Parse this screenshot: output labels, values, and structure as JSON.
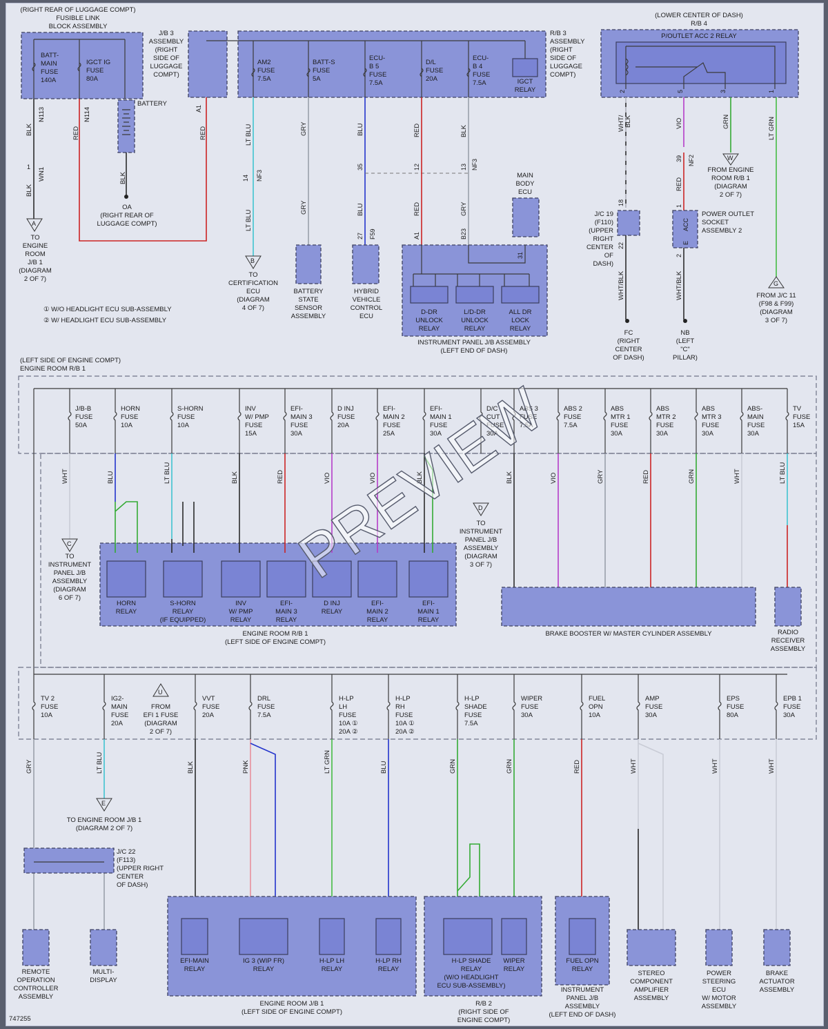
{
  "top": {
    "fusible_link": {
      "title": "(RIGHT REAR OF LUGGAGE COMPT)",
      "title2": "FUSIBLE LINK",
      "title3": "BLOCK ASSEMBLY",
      "fuse1": "BATT-\nMAIN\nFUSE\n140A",
      "fuse2": "IGCT IG\nFUSE\n80A"
    },
    "battery": "BATTERY",
    "n113": "N113",
    "n114": "N114",
    "wire_blk": "BLK",
    "wire_red": "RED",
    "wn1": "WN1",
    "ground_oa": "OA\n(RIGHT REAR OF\nLUGGAGE COMPT)",
    "conn_a": "A",
    "to_engine_room": "TO\nENGINE\nROOM\nJ/B 1\n(DIAGRAM\n2 OF 7)",
    "jb3": "J/B 3\nASSEMBLY\n(RIGHT\nSIDE OF\nLUGGAGE\nCOMPT)",
    "rb3": "R/B 3\nASSEMBLY\n(RIGHT\nSIDE OF\nLUGGAGE\nCOMPT)",
    "fuses": [
      "AM2\nFUSE\n7.5A",
      "BATT-S\nFUSE\n5A",
      "ECU-\nB 5\nFUSE\n7.5A",
      "D/L\nFUSE\n20A",
      "ECU-\nB 4\nFUSE\n7.5A"
    ],
    "igct_relay": "IGCT\nRELAY",
    "conn_b": "B",
    "to_cert": "TO\nCERTIFICATION\nECU\n(DIAGRAM\n4 OF 7)",
    "battery_sensor": "BATTERY\nSTATE\nSENSOR\nASSEMBLY",
    "hybrid": "HYBRID\nVEHICLE\nCONTROL\nECU",
    "main_body": "MAIN\nBODY\nECU",
    "ip_relays": [
      "D-DR\nUNLOCK\nRELAY",
      "L/D-DR\nUNLOCK\nRELAY",
      "ALL DR\nLOCK\nRELAY"
    ],
    "ip_jb": "INSTRUMENT PANEL J/B ASSEMBLY\n(LEFT END OF DASH)",
    "note1": "① W/O HEADLIGHT ECU SUB-ASSEMBLY",
    "note2": "② W/ HEADLIGHT ECU SUB-ASSEMBLY",
    "rb4": "(LOWER CENTER OF DASH)\nR/B 4",
    "pout_relay": "P/OUTLET ACC 2 RELAY",
    "jc19": "J/C 19\n(F110)\n(UPPER\nRIGHT\nCENTER\nOF\nDASH)",
    "power_outlet": "POWER OUTLET\nSOCKET\nASSEMBLY 2",
    "from_engine": "FROM ENGINE\nROOM R/B 1\n(DIAGRAM\n2 OF 7)",
    "from_jc11": "FROM J/C 11\n(F98 & F99)\n(DIAGRAM\n3 OF 7)",
    "fc": "FC\n(RIGHT\nCENTER\nOF DASH)",
    "nb": "NB\n(LEFT\n\"C\"\nPILLAR)",
    "acc": "ACC",
    "e": "E",
    "conn_w": "W",
    "conn_g": "G"
  },
  "middle": {
    "title": "(LEFT SIDE OF ENGINE COMPT)\nENGINE ROOM R/B 1",
    "fuses": [
      "J/B-B\nFUSE\n50A",
      "HORN\nFUSE\n10A",
      "S-HORN\nFUSE\n10A",
      "INV\nW/ PMP\nFUSE\n15A",
      "EFI-\nMAIN 3\nFUSE\n30A",
      "D INJ\nFUSE\n20A",
      "EFI-\nMAIN 2\nFUSE\n25A",
      "EFI-\nMAIN 1\nFUSE\n30A",
      "D/C\nCUT\nFUSE\n30A",
      "ABS 3\nFUSE\n7.5A",
      "ABS 2\nFUSE\n7.5A",
      "ABS\nMTR 1\nFUSE\n30A",
      "ABS\nMTR 2\nFUSE\n30A",
      "ABS\nMTR 3\nFUSE\n30A",
      "ABS-\nMAIN\nFUSE\n30A",
      "TV\nFUSE\n15A"
    ],
    "relays": [
      "HORN\nRELAY",
      "S-HORN\nRELAY\n(IF EQUIPPED)",
      "INV\nW/ PMP\nRELAY",
      "EFI-\nMAIN 3\nRELAY",
      "D INJ\nRELAY",
      "EFI-\nMAIN 2\nRELAY",
      "EFI-\nMAIN 1\nRELAY"
    ],
    "relay_box": "ENGINE ROOM R/B 1\n(LEFT SIDE OF ENGINE COMPT)",
    "to_ip_c": "TO\nINSTRUMENT\nPANEL J/B\nASSEMBLY\n(DIAGRAM\n6 OF 7)",
    "to_ip_d": "TO\nINSTRUMENT\nPANEL J/B\nASSEMBLY\n(DIAGRAM\n3 OF 7)",
    "brake_booster": "BRAKE BOOSTER W/ MASTER CYLINDER ASSEMBLY",
    "radio": "RADIO\nRECEIVER\nASSEMBLY",
    "conn_c": "C",
    "conn_d": "D"
  },
  "bottom": {
    "fuses": [
      "TV 2\nFUSE\n10A",
      "IG2-\nMAIN\nFUSE\n20A",
      "VVT\nFUSE\n20A",
      "DRL\nFUSE\n7.5A",
      "H-LP\nLH\nFUSE\n10A ①\n20A ②",
      "H-LP\nRH\nFUSE\n10A ①\n20A ②",
      "H-LP\nSHADE\nFUSE\n7.5A",
      "WIPER\nFUSE\n30A",
      "FUEL\nOPN\n10A",
      "AMP\nFUSE\n30A",
      "EPS\nFUSE\n80A",
      "EPB 1\nFUSE\n30A"
    ],
    "from_efi": "FROM\nEFI 1 FUSE\n(DIAGRAM\n2 OF 7)",
    "to_engine_e": "TO ENGINE ROOM J/B 1\n(DIAGRAM 2 OF 7)",
    "jc22": "J/C 22\n(F113)\n(UPPER RIGHT\nCENTER\nOF DASH)",
    "remote": "REMOTE\nOPERATION\nCONTROLLER\nASSEMBLY",
    "multi": "MULTI-\nDISPLAY",
    "ejb_relays": [
      "EFI-MAIN\nRELAY",
      "IG 3 (WIP FR)\nRELAY",
      "H-LP LH\nRELAY",
      "H-LP RH\nRELAY"
    ],
    "ejb_box": "ENGINE ROOM J/B 1\n(LEFT SIDE OF ENGINE COMPT)",
    "rb2_relays": [
      "H-LP SHADE\nRELAY\n(W/O HEADLIGHT\nECU SUB-ASSEMBLY)",
      "WIPER\nRELAY"
    ],
    "rb2_box": "R/B 2\n(RIGHT SIDE OF\nENGINE COMPT)",
    "fuel_relay": "FUEL OPN\nRELAY",
    "ip_box": "INSTRUMENT\nPANEL J/B\nASSEMBLY\n(LEFT END OF DASH)",
    "stereo": "STEREO\nCOMPONENT\nAMPLIFIER\nASSEMBLY",
    "eps": "POWER\nSTEERING\nECU\nW/ MOTOR\nASSEMBLY",
    "brake_act": "BRAKE\nACTUATOR\nASSEMBLY",
    "conn_u": "U",
    "conn_e": "E"
  },
  "watermark": "PREVIEW",
  "doc_id": "747255",
  "colors": {
    "box": "#8a94d8",
    "relay": "#7a84d4",
    "red": "#cc2222",
    "blue": "#2233cc",
    "lt_blue": "#3fc4d0",
    "green": "#33aa33",
    "violet": "#b43cc8",
    "black": "#2a2a2a",
    "gray": "#9aa0aa",
    "white": "#c9ccd6",
    "pink": "#e8909c"
  }
}
